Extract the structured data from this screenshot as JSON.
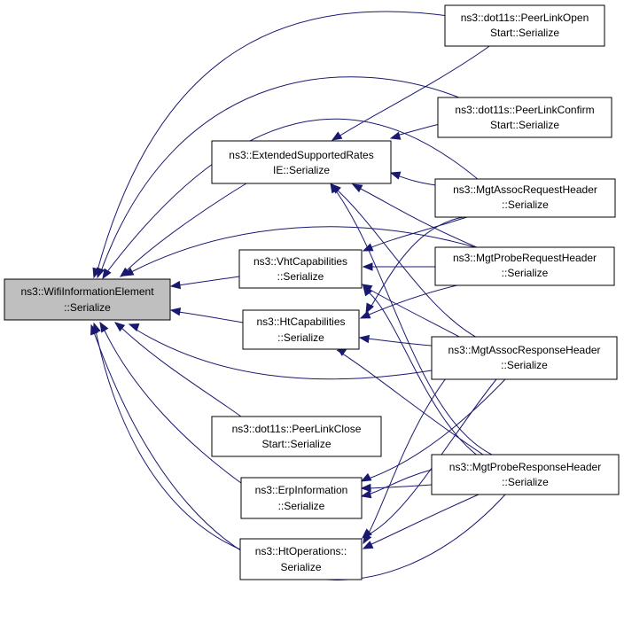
{
  "colors": {
    "edge": "#191970",
    "root_fill": "#bfbfbf",
    "node_fill": "#ffffff",
    "node_border": "#000000"
  },
  "nodes": {
    "wifi": {
      "line1": "ns3::WifiInformationElement",
      "line2": "::Serialize"
    },
    "extsup": {
      "line1": "ns3::ExtendedSupportedRates",
      "line2": "IE::Serialize"
    },
    "vht": {
      "line1": "ns3::VhtCapabilities",
      "line2": "::Serialize"
    },
    "ht": {
      "line1": "ns3::HtCapabilities",
      "line2": "::Serialize"
    },
    "plclose": {
      "line1": "ns3::dot11s::PeerLinkClose",
      "line2": "Start::Serialize"
    },
    "erp": {
      "line1": "ns3::ErpInformation",
      "line2": "::Serialize"
    },
    "htop": {
      "line1": "ns3::HtOperations::",
      "line2": "Serialize"
    },
    "plopen": {
      "line1": "ns3::dot11s::PeerLinkOpen",
      "line2": "Start::Serialize"
    },
    "plconfirm": {
      "line1": "ns3::dot11s::PeerLinkConfirm",
      "line2": "Start::Serialize"
    },
    "assocreq": {
      "line1": "ns3::MgtAssocRequestHeader",
      "line2": "::Serialize"
    },
    "probereq": {
      "line1": "ns3::MgtProbeRequestHeader",
      "line2": "::Serialize"
    },
    "assocresp": {
      "line1": "ns3::MgtAssocResponseHeader",
      "line2": "::Serialize"
    },
    "proberesp": {
      "line1": "ns3::MgtProbeResponseHeader",
      "line2": "::Serialize"
    }
  }
}
